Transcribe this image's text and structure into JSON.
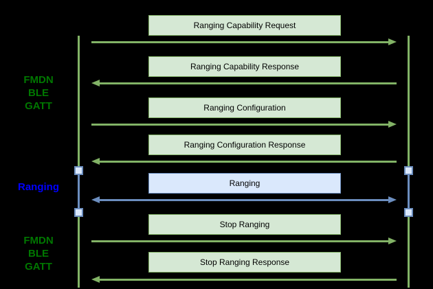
{
  "canvas": {
    "background": "#000000"
  },
  "section_labels": [
    {
      "id": "fmdn-ble-gatt-top",
      "text": "FMDN\nBLE\nGATT",
      "color": "#007700"
    },
    {
      "id": "ranging",
      "text": "Ranging",
      "color": "#0000ff"
    },
    {
      "id": "fmdn-ble-gatt-bottom",
      "text": "FMDN\nBLE\nGATT",
      "color": "#007700"
    }
  ],
  "messages": [
    {
      "label": "Ranging Capability Request",
      "direction": "right",
      "color_scheme": "green"
    },
    {
      "label": "Ranging Capability Response",
      "direction": "left",
      "color_scheme": "green"
    },
    {
      "label": "Ranging Configuration",
      "direction": "right",
      "color_scheme": "green"
    },
    {
      "label": "Ranging Configuration Response",
      "direction": "left",
      "color_scheme": "green"
    },
    {
      "label": "Ranging",
      "direction": "both",
      "color_scheme": "blue"
    },
    {
      "label": "Stop Ranging",
      "direction": "right",
      "color_scheme": "green"
    },
    {
      "label": "Stop Ranging Response",
      "direction": "left",
      "color_scheme": "green"
    }
  ],
  "colors": {
    "green_box_fill": "#d5e8d4",
    "green_box_stroke": "#82b366",
    "blue_box_fill": "#dae8fc",
    "blue_box_stroke": "#6c8ebf",
    "green_label_text": "#007700",
    "blue_label_text": "#0000ff",
    "box_text": "#000000",
    "background": "#000000"
  }
}
